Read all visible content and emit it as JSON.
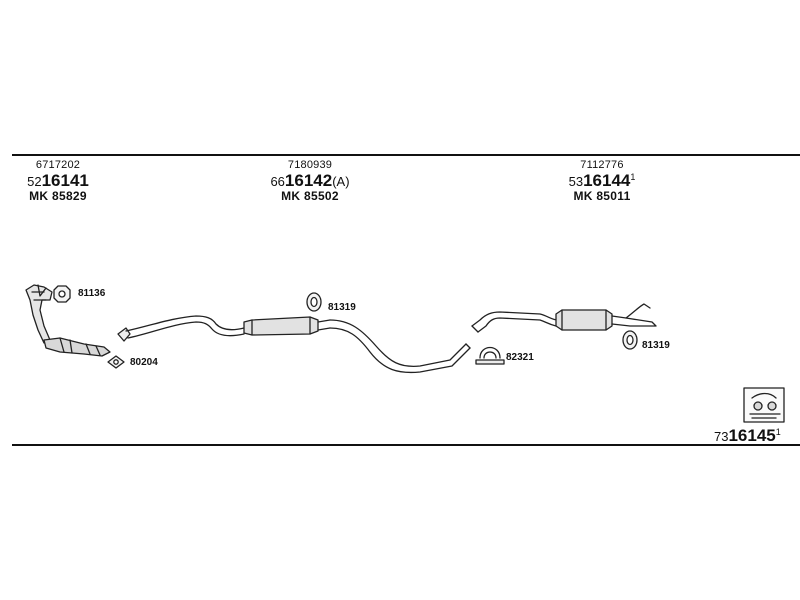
{
  "parts": [
    {
      "small": "6717202",
      "prefix": "52",
      "core": "16141",
      "suffix": "",
      "sup": "",
      "mk": "MK  85829"
    },
    {
      "small": "7180939",
      "prefix": "66",
      "core": "16142",
      "suffix": "(A)",
      "sup": "",
      "mk": "MK  85502"
    },
    {
      "small": "7112776",
      "prefix": "53",
      "core": "16144",
      "suffix": "",
      "sup": "1",
      "mk": "MK  85011"
    }
  ],
  "labels": {
    "l81136": "81136",
    "l80204": "80204",
    "l81319a": "81319",
    "l82321": "82321",
    "l81319b": "81319"
  },
  "set_number": {
    "prefix": "73",
    "core": "16145",
    "sup": "1"
  },
  "icons": [
    "exhaust-manifold-icon",
    "front-pipe-icon",
    "middle-silencer-icon",
    "rear-silencer-icon",
    "gasket-icon",
    "rubber-mount-icon",
    "clamp-icon",
    "parts-kit-icon"
  ]
}
